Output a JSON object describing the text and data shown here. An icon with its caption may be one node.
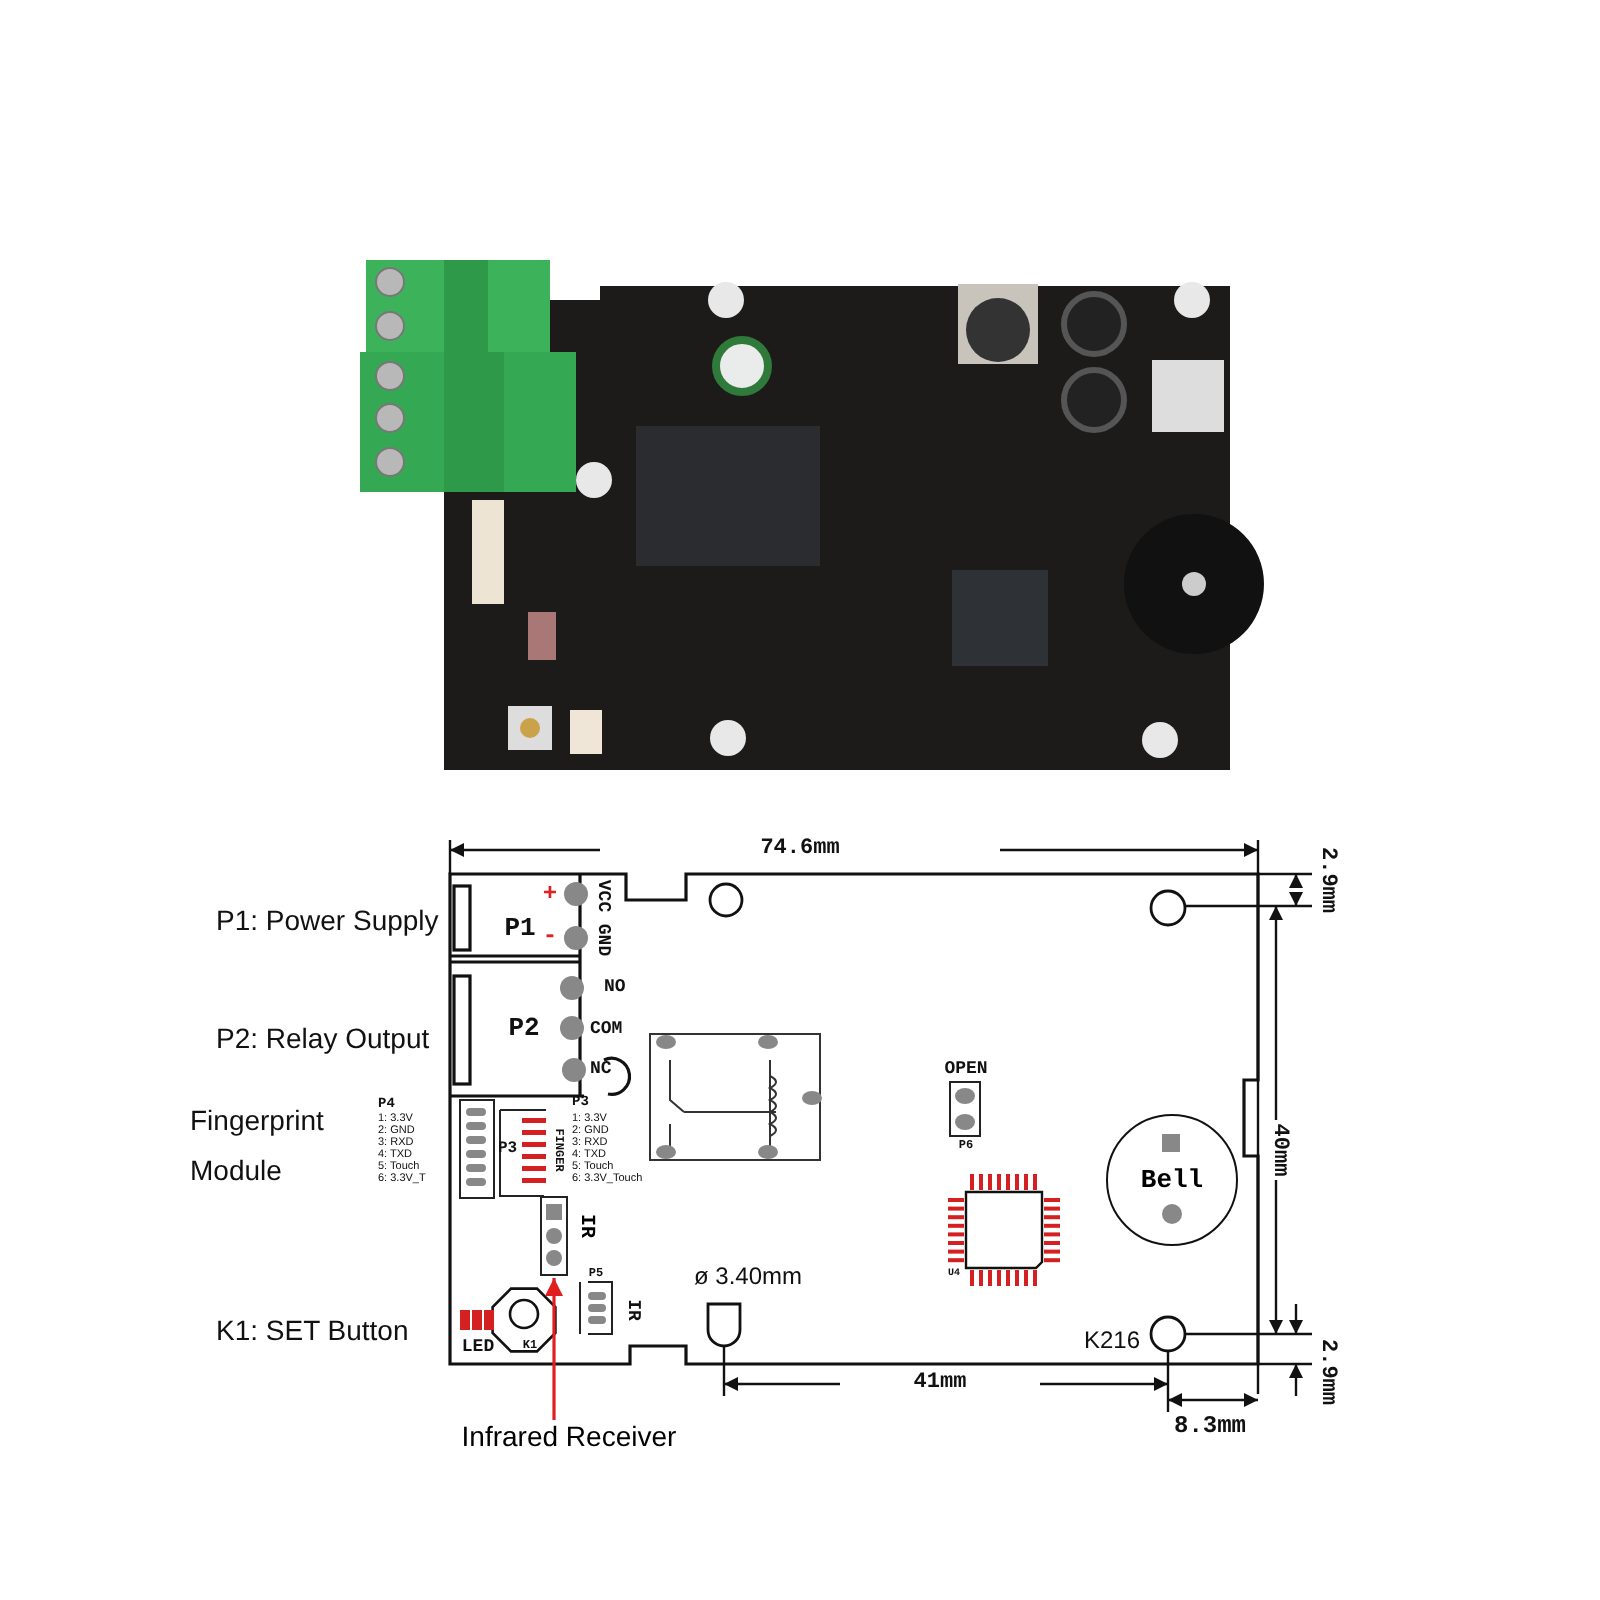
{
  "diagram": {
    "nodes": [
      {
        "text": [
          "Infrared Receiver"
        ]
      },
      {
        "text": [],
        "shape": "box",
        "beside": [
          "IR"
        ]
      },
      {
        "text": [
          "Bell"
        ]
      }
    ],
    "edges": [
      {
        "from": 0,
        "to": 1,
        "arrow": "to",
        "color": "#e02020"
      }
    ],
    "labels": [
      "P1: Power Supply",
      "P2: Relay Output",
      "Fingerprint Module",
      "K1: SET Button",
      "74.6mm",
      "2.9mm",
      "P1",
      "+",
      "-",
      "VCC",
      "GND",
      "NO",
      "COM",
      "NC",
      "P2",
      "P4",
      "1: 3.3V",
      "2: GND",
      "3: RXD",
      "4: TXD",
      "5: Touch",
      "6: 3.3V_T",
      "P3",
      "FINGER",
      "P3",
      "1: 3.3V",
      "2: GND",
      "3: RXD",
      "4: TXD",
      "5: Touch",
      "6: 3.3V_Touch",
      "OPEN",
      "P6",
      "U4",
      "40mm",
      "ø 3.40mm",
      "P5",
      "IR",
      "LED",
      "K1",
      "K216",
      "41mm",
      "2.9mm",
      "8.3mm"
    ]
  }
}
